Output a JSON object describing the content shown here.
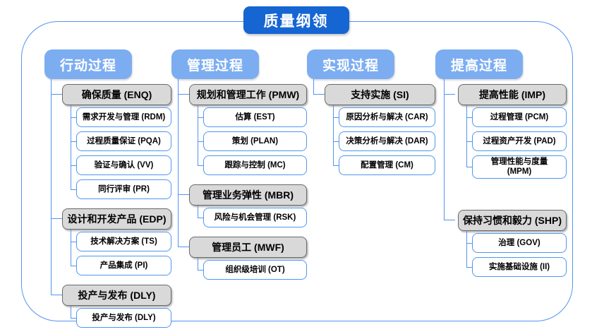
{
  "title": "质量纲领",
  "colors": {
    "title_blue": "#1565d3",
    "header_blue": "#7dadf1",
    "line_blue": "#5494ee",
    "gray_fill": "#d9d9d9",
    "gray_border": "#6a6a6a",
    "leaf_border": "#4f97f0"
  },
  "columns": [
    {
      "header": "行动过程",
      "groups": [
        {
          "label": "确保质量 (ENQ)",
          "children": [
            "需求开发与管理 (RDM)",
            "过程质量保证 (PQA)",
            "验证与确认 (VV)",
            "同行评审 (PR)"
          ]
        },
        {
          "label": "设计和开发产品 (EDP)",
          "children": [
            "技术解决方案 (TS)",
            "产品集成 (PI)"
          ]
        },
        {
          "label": "投产与发布 (DLY)",
          "children": [
            "投产与发布 (DLY)"
          ]
        }
      ]
    },
    {
      "header": "管理过程",
      "groups": [
        {
          "label": "规划和管理工作 (PMW)",
          "children": [
            "估算 (EST)",
            "策划 (PLAN)",
            "跟踪与控制 (MC)"
          ]
        },
        {
          "label": "管理业务弹性 (MBR)",
          "children": [
            "风险与机会管理 (RSK)"
          ]
        },
        {
          "label": "管理员工 (MWF)",
          "children": [
            "组织级培训 (OT)"
          ]
        }
      ]
    },
    {
      "header": "实现过程",
      "groups": [
        {
          "label": "支持实施 (SI)",
          "children": [
            "原因分析与解决 (CAR)",
            "决策分析与解决 (DAR)",
            "配置管理 (CM)"
          ]
        }
      ]
    },
    {
      "header": "提高过程",
      "groups": [
        {
          "label": "提高性能 (IMP)",
          "children": [
            "过程管理 (PCM)",
            "过程资产开发 (PAD)",
            "管理性能与度量\n(MPM)"
          ]
        },
        {
          "label": "保持习惯和毅力 (SHP)",
          "extra_gap": true,
          "children": [
            "治理 (GOV)",
            "实施基础设施 (II)"
          ]
        }
      ]
    }
  ]
}
